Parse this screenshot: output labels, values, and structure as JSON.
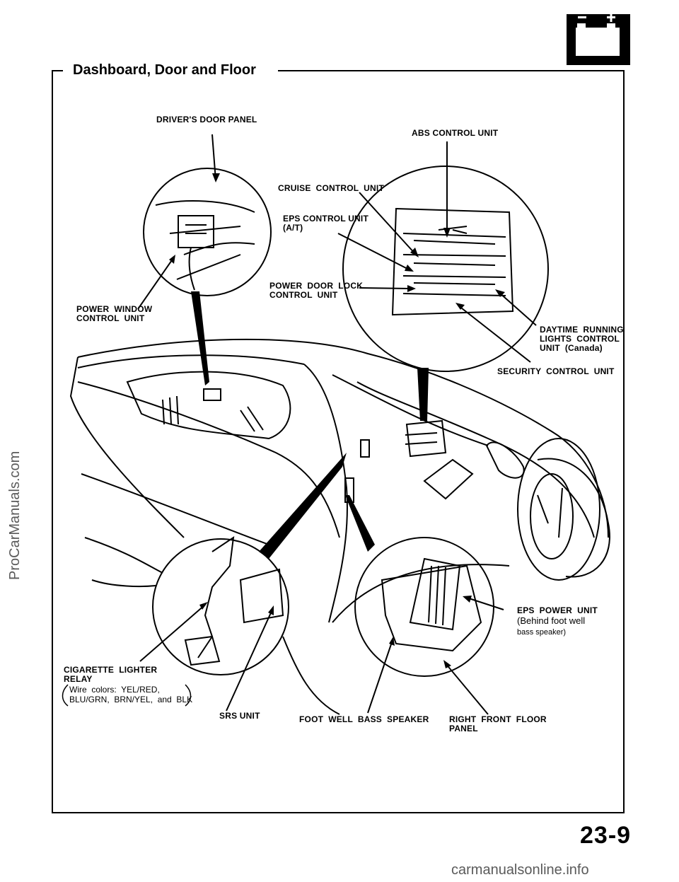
{
  "page": {
    "title": "Dashboard, Door and Floor",
    "number": "23-9",
    "section_icon": "battery-icon"
  },
  "callouts": {
    "drivers_door_panel": "DRIVER'S DOOR PANEL",
    "abs_control_unit": "ABS CONTROL UNIT",
    "cruise_control_unit": "CRUISE  CONTROL  UNIT",
    "eps_control_unit": "EPS CONTROL UNIT\n(A/T)",
    "power_door_lock": "POWER  DOOR  LOCK\nCONTROL  UNIT",
    "power_window": "POWER  WINDOW\nCONTROL  UNIT",
    "daytime_running": "DAYTIME  RUNNING\nLIGHTS  CONTROL\nUNIT  (Canada)",
    "security_control": "SECURITY  CONTROL  UNIT",
    "eps_power_unit": "EPS  POWER  UNIT",
    "eps_power_unit_note_1": "(Behind foot well",
    "eps_power_unit_note_2": "bass speaker)",
    "cigarette_lighter": "CIGARETTE  LIGHTER\nRELAY",
    "cigarette_note": "Wire  colors:  YEL/RED,\nBLU/GRN,  BRN/YEL,  and  BLK",
    "srs_unit": "SRS UNIT",
    "foot_well_speaker": "FOOT  WELL  BASS  SPEAKER",
    "right_front_floor": "RIGHT  FRONT  FLOOR\nPANEL"
  },
  "watermarks": {
    "side": "ProCarManuals.com",
    "bottom": "carmanualsonline.info"
  }
}
